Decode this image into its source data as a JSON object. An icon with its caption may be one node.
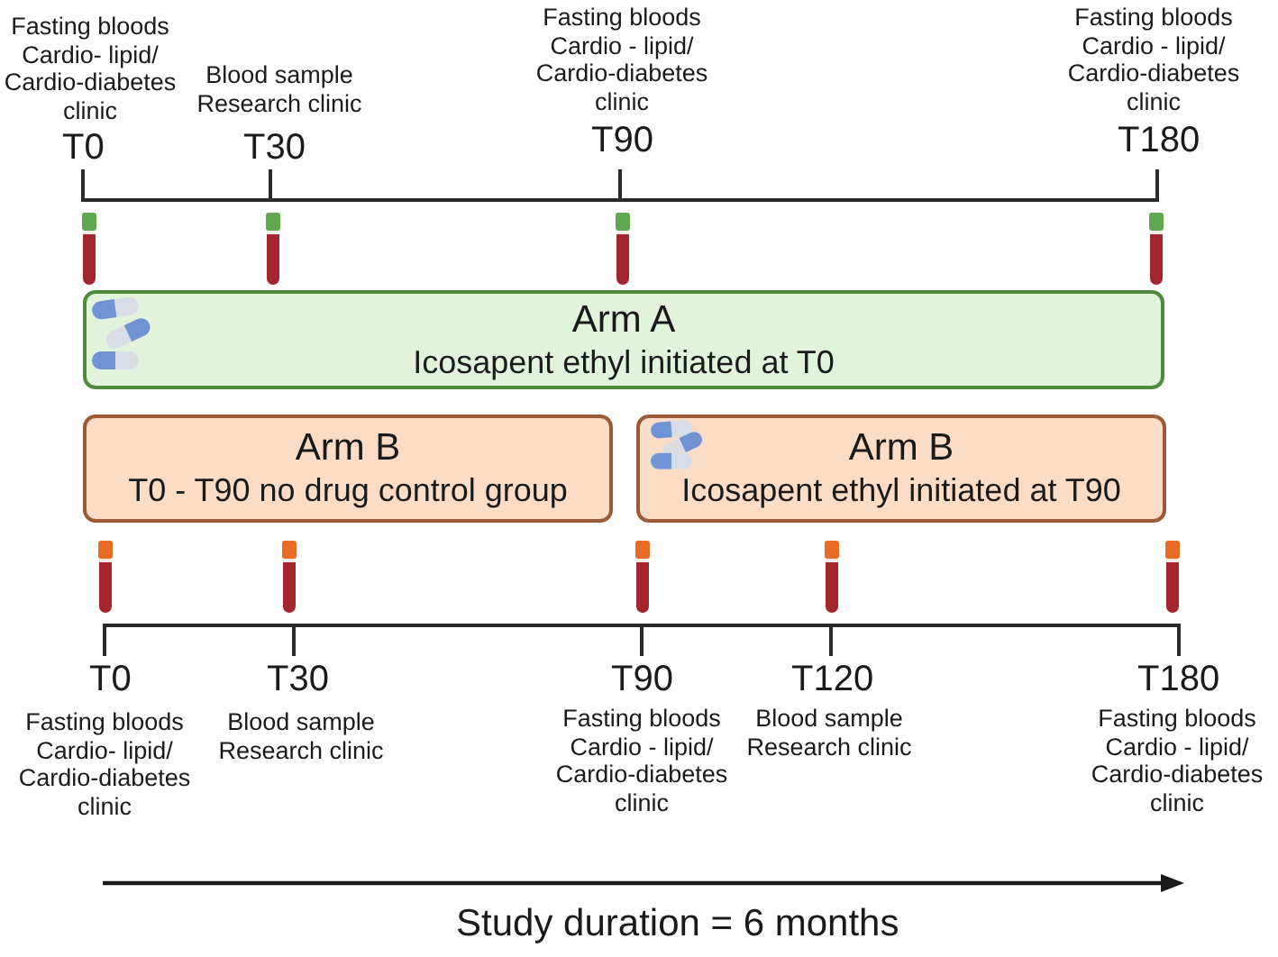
{
  "diagram": {
    "nodes": [
      {
        "text": [
          "Arm A",
          "Icosapent ethyl initiated at T0"
        ]
      },
      {
        "text": [
          "Arm B",
          "T0 - T90 no drug control group"
        ]
      },
      {
        "text": [
          "Arm B",
          "Icosapent ethyl initiated at T90"
        ]
      }
    ],
    "labels": [
      "Fasting bloods Cardio- lipid/ Cardio-diabetes clinic",
      "T0",
      "Blood sample Research clinic",
      "T30",
      "Fasting bloods Cardio - lipid/ Cardio-diabetes clinic",
      "T90",
      "Fasting bloods Cardio - lipid/ Cardio-diabetes clinic",
      "T180",
      "T0",
      "Fasting bloods Cardio- lipid/ Cardio-diabetes clinic",
      "T30",
      "Blood sample Research clinic",
      "T90",
      "Fasting bloods Cardio - lipid/ Cardio-diabetes clinic",
      "T120",
      "Blood sample Research clinic",
      "T180",
      "Fasting bloods Cardio - lipid/ Cardio-diabetes clinic",
      "Study duration = 6 months"
    ]
  }
}
